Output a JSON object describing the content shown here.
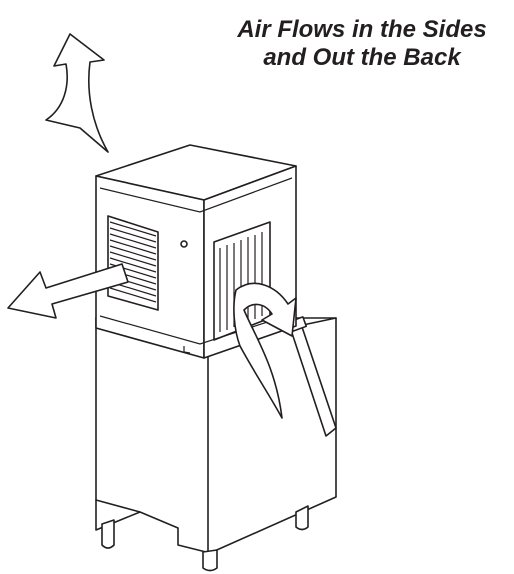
{
  "caption": {
    "line1": "Air Flows in the Sides",
    "line2": "and Out the Back"
  },
  "colors": {
    "ink": "#231f20",
    "background": "#ffffff"
  },
  "parts": [
    "ice-machine-head",
    "storage-bin",
    "bin-door",
    "air-intake-arrow-top",
    "air-exhaust-arrow-left",
    "air-intake-arrow-right"
  ]
}
